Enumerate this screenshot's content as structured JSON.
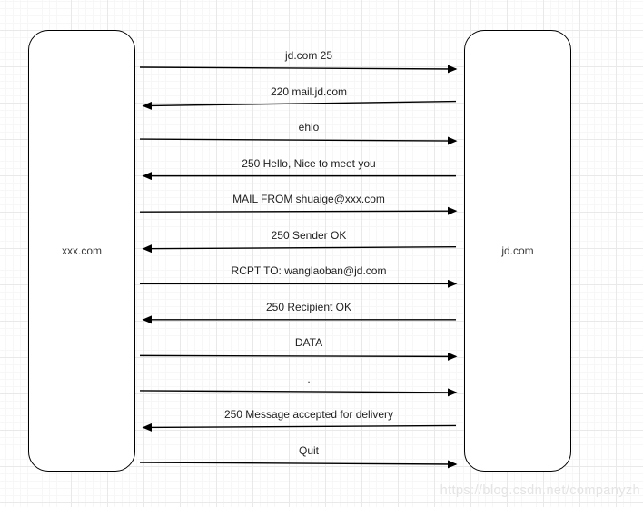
{
  "diagram": {
    "actors": [
      {
        "name": "xxx.com"
      },
      {
        "name": "jd.com"
      }
    ],
    "messages": [
      {
        "label": "jd.com 25",
        "direction": "right"
      },
      {
        "label": "220 mail.jd.com",
        "direction": "left"
      },
      {
        "label": "ehlo",
        "direction": "right"
      },
      {
        "label": "250 Hello, Nice to meet you",
        "direction": "left"
      },
      {
        "label": "MAIL FROM shuaige@xxx.com",
        "direction": "right"
      },
      {
        "label": "250 Sender OK",
        "direction": "left"
      },
      {
        "label": "RCPT TO: wanglaoban@jd.com",
        "direction": "right"
      },
      {
        "label": "250 Recipient OK",
        "direction": "left"
      },
      {
        "label": "DATA",
        "direction": "right"
      },
      {
        "label": ".",
        "direction": "right"
      },
      {
        "label": "250 Message accepted for delivery",
        "direction": "left"
      },
      {
        "label": "Quit",
        "direction": "right"
      }
    ],
    "watermark": "https://blog.csdn.net/companyzh",
    "colors": {
      "stroke": "#000000",
      "label_text": "#1f1f1f",
      "actor_text": "#3b3b3b",
      "grid_minor": "#f7f7f7",
      "grid_major": "#e9e9e9",
      "watermark": "#e4e4e4",
      "background": "#ffffff"
    }
  }
}
